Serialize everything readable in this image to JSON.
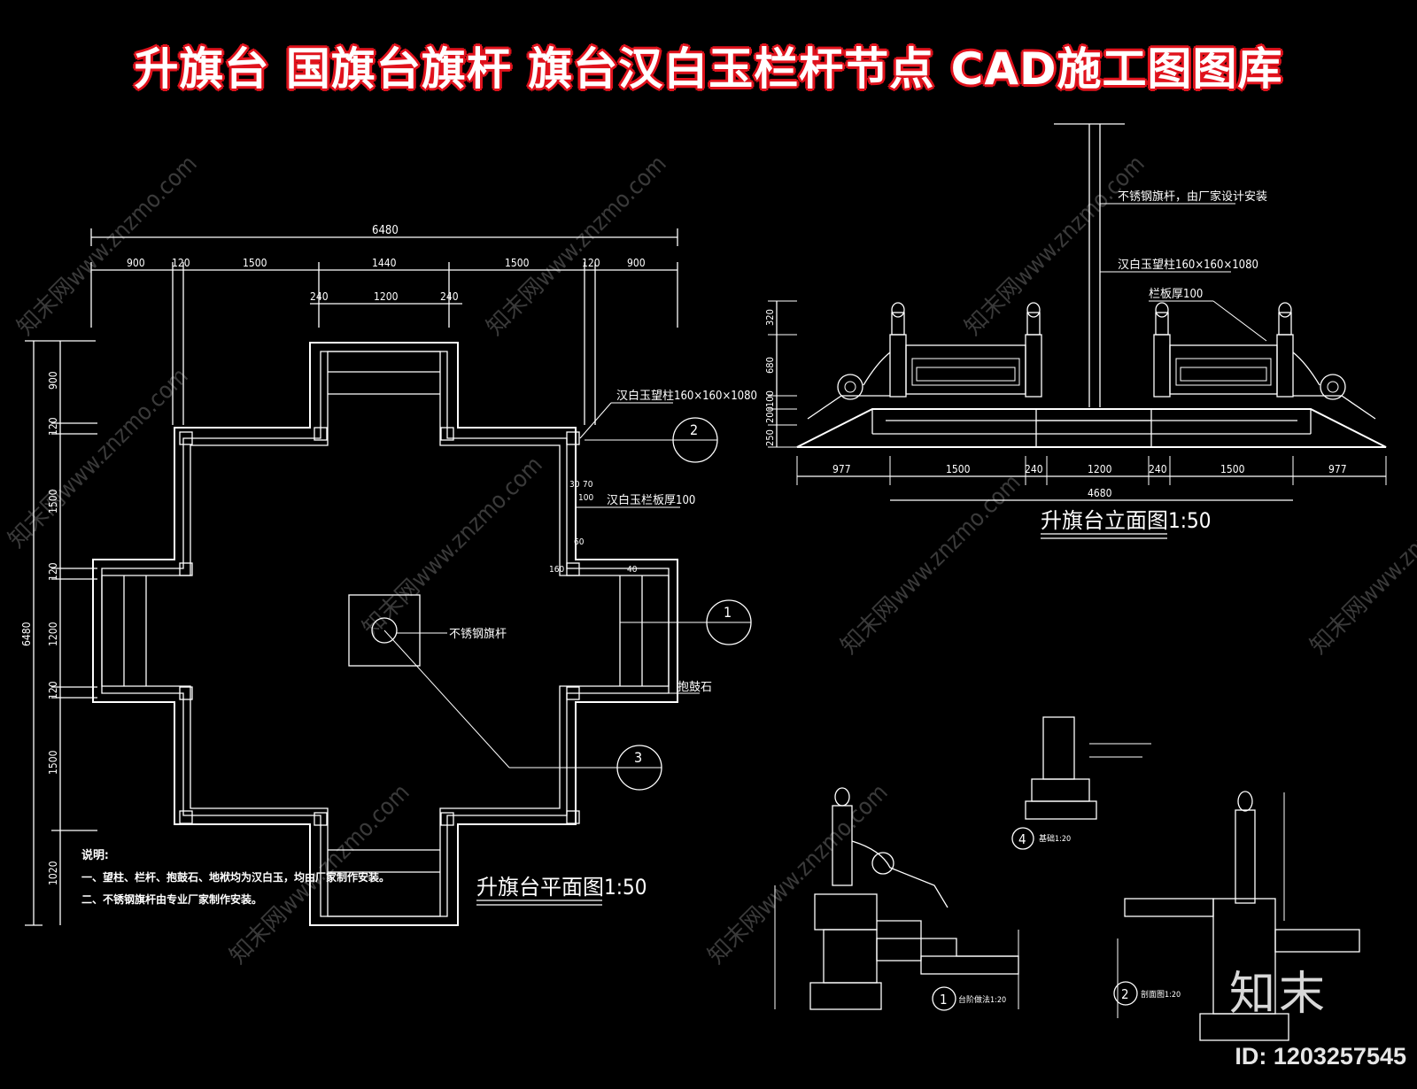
{
  "banner": "升旗台 国旗台旗杆 旗台汉白玉栏杆节点 CAD施工图图库",
  "watermark": "知末网www.znzmo.com",
  "logo_text": "知末",
  "id_text": "ID: 1203257545",
  "plan": {
    "title": "升旗台平面图1:50",
    "overall": "6480",
    "top_dims": [
      "900",
      "120",
      "1500",
      "1440",
      "1500",
      "120",
      "900"
    ],
    "inner_dims": [
      "240",
      "1200",
      "240"
    ],
    "left_dims": [
      "900",
      "120",
      "1500",
      "120",
      "1200",
      "120",
      "1500",
      "1020"
    ],
    "left_overall": "6480",
    "label_column": "汉白玉望柱160×160×1080",
    "label_rail": "汉白玉栏板厚100",
    "label_pole": "不锈钢旗杆",
    "label_stone": "抱鼓石",
    "small_dims": [
      "30",
      "70",
      "100",
      "160",
      "60",
      "40"
    ],
    "notes_title": "说明:",
    "note1": "一、望柱、栏杆、抱鼓石、地袱均为汉白玉，均由厂家制作安装。",
    "note2": "二、不锈钢旗杆由专业厂家制作安装。",
    "callouts": [
      "2",
      "1",
      "3"
    ]
  },
  "elevation": {
    "title": "升旗台立面图1:50",
    "label_pole": "不锈钢旗杆，由厂家设计安装",
    "label_column": "汉白玉望柱160×160×1080",
    "label_rail": "栏板厚100",
    "v_dims": [
      "320",
      "680",
      "100",
      "200",
      "250"
    ],
    "h_dims": [
      "977",
      "1500",
      "240",
      "1200",
      "240",
      "1500",
      "977"
    ],
    "overall": "4680"
  },
  "details": {
    "d1_label": "台阶做法1:20",
    "d2_label": "剖面图1:20",
    "d4_label": "基础1:20",
    "nums": [
      "1",
      "2",
      "4"
    ]
  }
}
